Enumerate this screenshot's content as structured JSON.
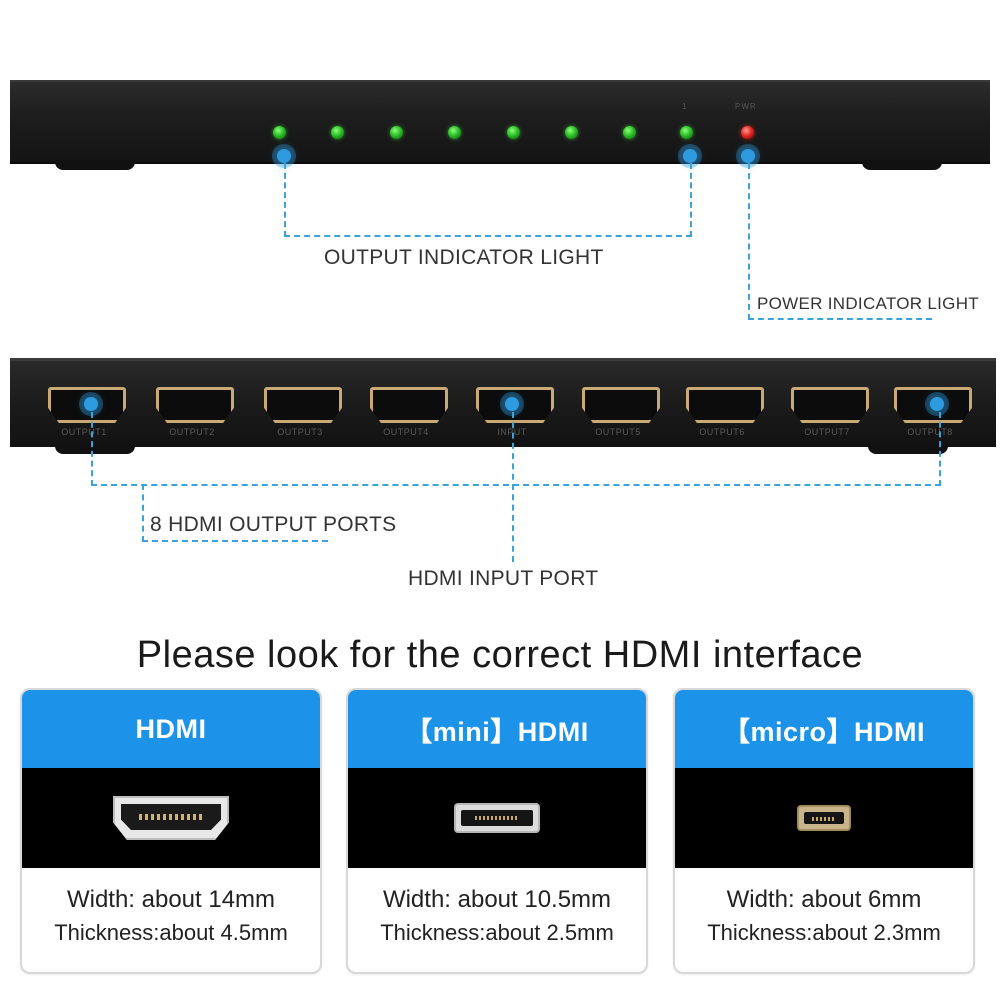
{
  "front_panel": {
    "led_labels": [
      "1",
      "PWR"
    ],
    "callouts": {
      "output_indicator": "OUTPUT INDICATOR LIGHT",
      "power_indicator": "POWER INDICATOR LIGHT"
    }
  },
  "back_panel": {
    "ports": [
      {
        "label": "OUTPUT1"
      },
      {
        "label": "OUTPUT2"
      },
      {
        "label": "OUTPUT3"
      },
      {
        "label": "OUTPUT4"
      },
      {
        "label": "INPUT"
      },
      {
        "label": "OUTPUT5"
      },
      {
        "label": "OUTPUT6"
      },
      {
        "label": "OUTPUT7"
      },
      {
        "label": "OUTPUT8"
      }
    ],
    "callouts": {
      "output_ports": "8 HDMI OUTPUT PORTS",
      "input_port": "HDMI INPUT PORT"
    }
  },
  "heading": "Please look for the correct HDMI interface",
  "cards": [
    {
      "title": "HDMI",
      "width": "Width: about 14mm",
      "thickness": "Thickness:about 4.5mm"
    },
    {
      "title": "【mini】HDMI",
      "width": "Width: about 10.5mm",
      "thickness": "Thickness:about 2.5mm"
    },
    {
      "title": "【micro】HDMI",
      "width": "Width: about 6mm",
      "thickness": "Thickness:about 2.3mm"
    }
  ],
  "colors": {
    "accent_blue": "#1c93e8",
    "leader_blue": "#3aa3d8",
    "led_green": "#2fbf2a",
    "led_red": "#e0241c",
    "connector_gold": "#c9aa74"
  }
}
